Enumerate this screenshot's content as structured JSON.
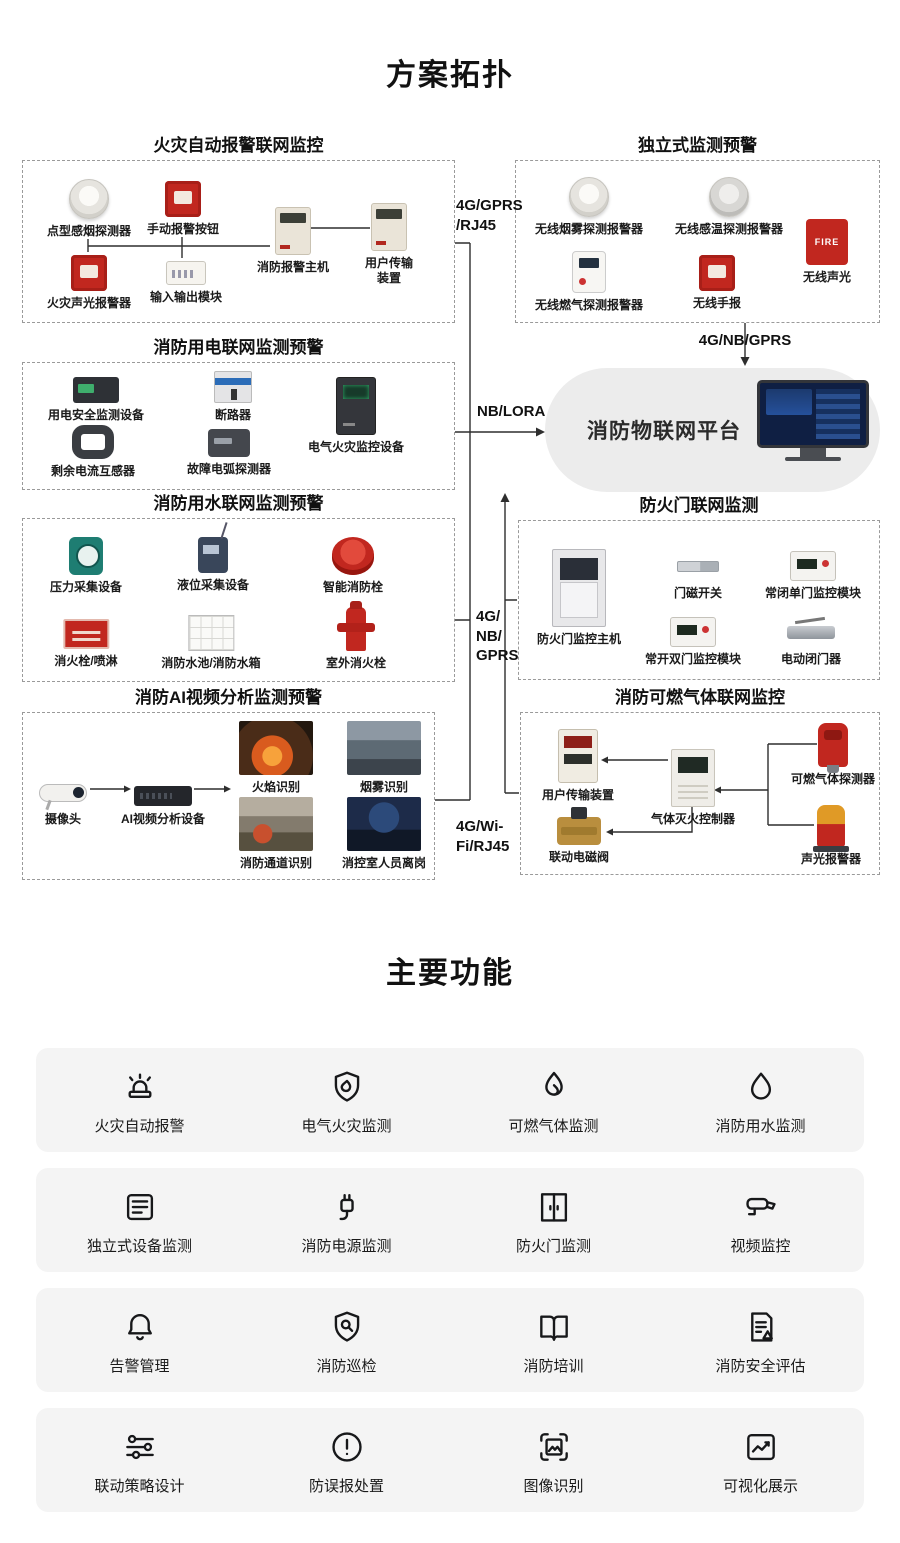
{
  "topology": {
    "title": "方案拓扑",
    "platform": {
      "label": "消防物联网平台"
    },
    "links": {
      "fire_alarm_1": "4G/GPRS",
      "fire_alarm_2": "/RJ45",
      "independent": "4G/NB/GPRS",
      "electric": "NB/LORA",
      "water_1": "4G/",
      "water_2": "NB/",
      "water_3": "GPRS",
      "video_1": "4G/Wi-",
      "video_2": "Fi/RJ45"
    },
    "boxes": {
      "fire_alarm": {
        "title": "火灾自动报警联网监控",
        "items": [
          "点型感烟探测器",
          "手动报警按钮",
          "消防报警主机",
          "用户传输装置",
          "火灾声光报警器",
          "输入输出模块"
        ]
      },
      "independent": {
        "title": "独立式监测预警",
        "items": [
          "无线烟雾探测报警器",
          "无线感温探测报警器",
          "无线声光",
          "无线燃气探测报警器",
          "无线手报"
        ]
      },
      "electric": {
        "title": "消防用电联网监测预警",
        "items": [
          "用电安全监测设备",
          "断路器",
          "电气火灾监控设备",
          "剩余电流互感器",
          "故障电弧探测器"
        ]
      },
      "water": {
        "title": "消防用水联网监测预警",
        "items": [
          "压力采集设备",
          "液位采集设备",
          "智能消防栓",
          "消火栓/喷淋",
          "消防水池/消防水箱",
          "室外消火栓"
        ]
      },
      "fire_door": {
        "title": "防火门联网监测",
        "items": [
          "防火门监控主机",
          "门磁开关",
          "常闭单门监控模块",
          "常开双门监控模块",
          "电动闭门器"
        ]
      },
      "ai_video": {
        "title": "消防AI视频分析监测预警",
        "items": [
          "摄像头",
          "AI视频分析设备",
          "火焰识别",
          "烟雾识别",
          "消防通道识别",
          "消控室人员离岗"
        ]
      },
      "gas": {
        "title": "消防可燃气体联网监控",
        "items": [
          "用户传输装置",
          "气体灭火控制器",
          "可燃气体探测器",
          "联动电磁阀",
          "声光报警器"
        ]
      }
    }
  },
  "functions": {
    "title": "主要功能",
    "items": [
      {
        "icon": "fire-alarm-icon",
        "label": "火灾自动报警"
      },
      {
        "icon": "electrical-fire-icon",
        "label": "电气火灾监测"
      },
      {
        "icon": "gas-monitor-icon",
        "label": "可燃气体监测"
      },
      {
        "icon": "water-monitor-icon",
        "label": "消防用水监测"
      },
      {
        "icon": "standalone-device-icon",
        "label": "独立式设备监测"
      },
      {
        "icon": "power-monitor-icon",
        "label": "消防电源监测"
      },
      {
        "icon": "fire-door-icon",
        "label": "防火门监测"
      },
      {
        "icon": "video-surveillance-icon",
        "label": "视频监控"
      },
      {
        "icon": "alarm-management-icon",
        "label": "告警管理"
      },
      {
        "icon": "inspection-icon",
        "label": "消防巡检"
      },
      {
        "icon": "training-icon",
        "label": "消防培训"
      },
      {
        "icon": "safety-assessment-icon",
        "label": "消防安全评估"
      },
      {
        "icon": "linkage-strategy-icon",
        "label": "联动策略设计"
      },
      {
        "icon": "false-alarm-icon",
        "label": "防误报处置"
      },
      {
        "icon": "image-recognition-icon",
        "label": "图像识别"
      },
      {
        "icon": "visualization-icon",
        "label": "可视化展示"
      }
    ]
  }
}
